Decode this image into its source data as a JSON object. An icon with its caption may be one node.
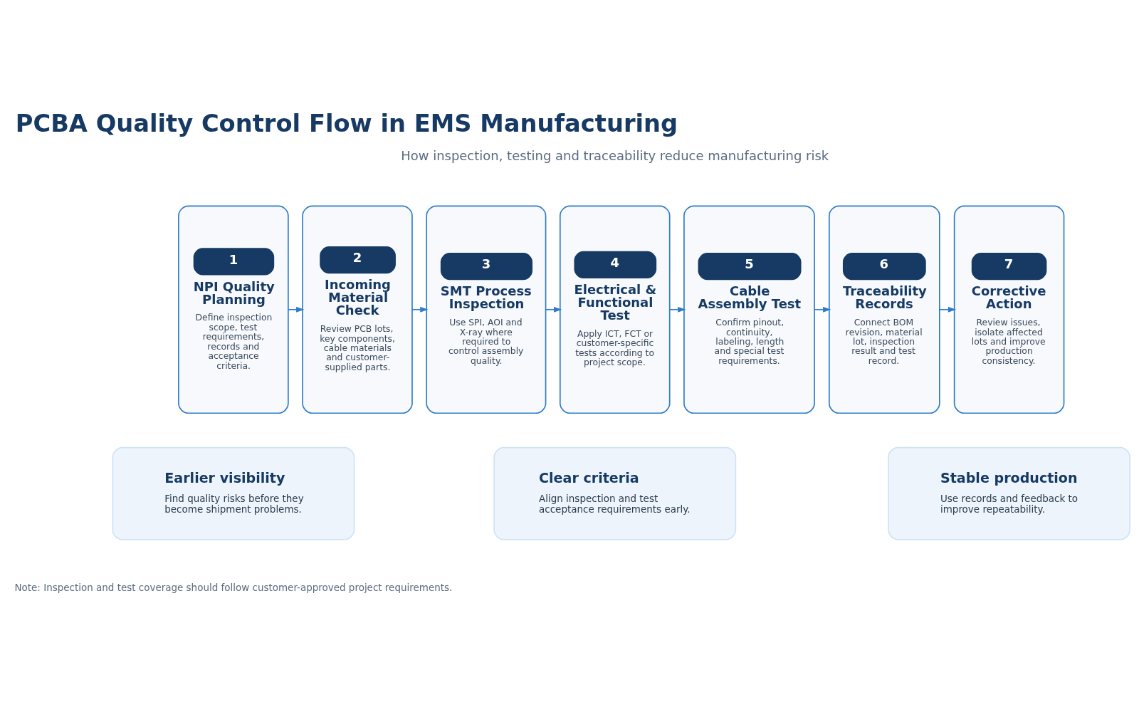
{
  "diagram": {
    "title": "PCBA Quality Control Flow in EMS Manufacturing",
    "nodes": [
      {
        "text": [
          "1",
          "NPI Quality Planning",
          "Define inspection scope, test requirements, records and acceptance criteria."
        ]
      },
      {
        "text": [
          "2",
          "Incoming Material Check",
          "Review PCB lots, key components, cable materials and customer-supplied parts."
        ]
      },
      {
        "text": [
          "3",
          "SMT Process Inspection",
          "Use SPI, AOI and X-ray where required to control assembly quality."
        ]
      },
      {
        "text": [
          "4",
          "Electrical & Functional Test",
          "Apply ICT, FCT or customer-specific tests according to project scope."
        ]
      },
      {
        "text": [
          "5",
          "Cable Assembly Test",
          "Confirm pinout, continuity, labeling, length and special test requirements."
        ]
      },
      {
        "text": [
          "6",
          "Traceability Records",
          "Connect BOM revision, material lot, inspection result and test record."
        ]
      },
      {
        "text": [
          "7",
          "Corrective Action",
          "Review issues, isolate affected lots and improve production consistency."
        ]
      },
      {
        "text": [
          "Earlier visibility",
          "Find quality risks before they become shipment problems."
        ]
      },
      {
        "text": [
          "Clear criteria",
          "Align inspection and test acceptance requirements early."
        ]
      },
      {
        "text": [
          "Stable production",
          "Use records and feedback to improve repeatability."
        ]
      }
    ],
    "edges": [
      {
        "from": 0,
        "to": 1,
        "arrow": "to"
      },
      {
        "from": 1,
        "to": 2,
        "arrow": "to"
      },
      {
        "from": 2,
        "to": 3,
        "arrow": "to"
      },
      {
        "from": 3,
        "to": 4,
        "arrow": "to"
      },
      {
        "from": 4,
        "to": 5,
        "arrow": "to"
      },
      {
        "from": 5,
        "to": 6,
        "arrow": "to"
      }
    ],
    "labels": [
      "How inspection, testing and traceability reduce manufacturing risk",
      "Note: Inspection and test coverage should follow customer-approved project requirements."
    ]
  }
}
